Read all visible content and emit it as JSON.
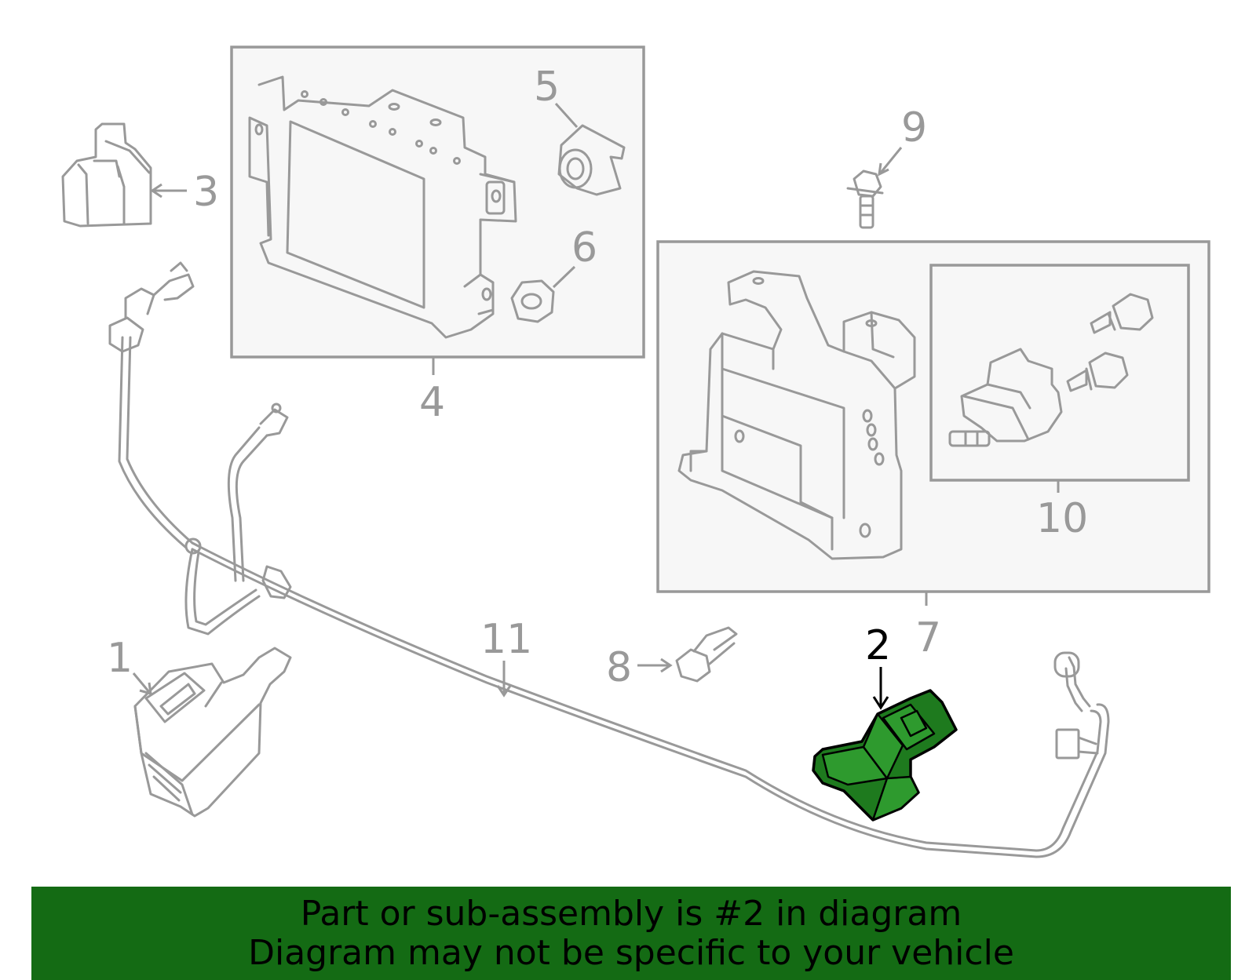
{
  "diagram": {
    "callouts": {
      "c1": "1",
      "c2": "2",
      "c3": "3",
      "c4": "4",
      "c5": "5",
      "c6": "6",
      "c7": "7",
      "c8": "8",
      "c9": "9",
      "c10": "10",
      "c11": "11"
    },
    "highlighted_part": "2",
    "colors": {
      "line": "#999999",
      "highlight_fill": "#1e7a1e",
      "banner": "#146b14",
      "box_fill": "#f7f7f7"
    }
  },
  "banner": {
    "line1": "Part or sub-assembly is #2 in diagram",
    "line2": "Diagram may not be specific to your vehicle"
  }
}
